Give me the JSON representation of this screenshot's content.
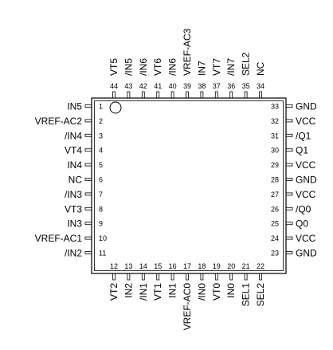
{
  "pins": {
    "left": [
      {
        "num": "1",
        "name": "IN5"
      },
      {
        "num": "2",
        "name": "VREF-AC2"
      },
      {
        "num": "3",
        "name": "/IN4"
      },
      {
        "num": "4",
        "name": "VT4"
      },
      {
        "num": "5",
        "name": "IN4"
      },
      {
        "num": "6",
        "name": "NC"
      },
      {
        "num": "7",
        "name": "/IN3"
      },
      {
        "num": "8",
        "name": "VT3"
      },
      {
        "num": "9",
        "name": "IN3"
      },
      {
        "num": "10",
        "name": "VREF-AC1"
      },
      {
        "num": "11",
        "name": "/IN2"
      }
    ],
    "bottom": [
      {
        "num": "12",
        "name": "VT2"
      },
      {
        "num": "13",
        "name": "IN2"
      },
      {
        "num": "14",
        "name": "/IN1"
      },
      {
        "num": "15",
        "name": "VT1"
      },
      {
        "num": "16",
        "name": "IN1"
      },
      {
        "num": "17",
        "name": "VREF-AC0"
      },
      {
        "num": "18",
        "name": "/IN0"
      },
      {
        "num": "19",
        "name": "VT0"
      },
      {
        "num": "20",
        "name": "IN0"
      },
      {
        "num": "21",
        "name": "SEL1"
      },
      {
        "num": "22",
        "name": "SEL2"
      }
    ],
    "right": [
      {
        "num": "23",
        "name": "GND"
      },
      {
        "num": "24",
        "name": "VCC"
      },
      {
        "num": "25",
        "name": "Q0"
      },
      {
        "num": "26",
        "name": "/Q0"
      },
      {
        "num": "27",
        "name": "VCC"
      },
      {
        "num": "28",
        "name": "GND"
      },
      {
        "num": "29",
        "name": "VCC"
      },
      {
        "num": "30",
        "name": "Q1"
      },
      {
        "num": "31",
        "name": "/Q1"
      },
      {
        "num": "32",
        "name": "VCC"
      },
      {
        "num": "33",
        "name": "GND"
      }
    ],
    "top": [
      {
        "num": "34",
        "name": "NC"
      },
      {
        "num": "35",
        "name": "SEL2"
      },
      {
        "num": "36",
        "name": "/IN7"
      },
      {
        "num": "37",
        "name": "VT7"
      },
      {
        "num": "38",
        "name": "IN7"
      },
      {
        "num": "39",
        "name": "VREF-AC3"
      },
      {
        "num": "40",
        "name": "/IN6"
      },
      {
        "num": "41",
        "name": "VT6"
      },
      {
        "num": "42",
        "name": "/IN6"
      },
      {
        "num": "43",
        "name": "/IN5"
      },
      {
        "num": "44",
        "name": "VT5"
      }
    ]
  }
}
